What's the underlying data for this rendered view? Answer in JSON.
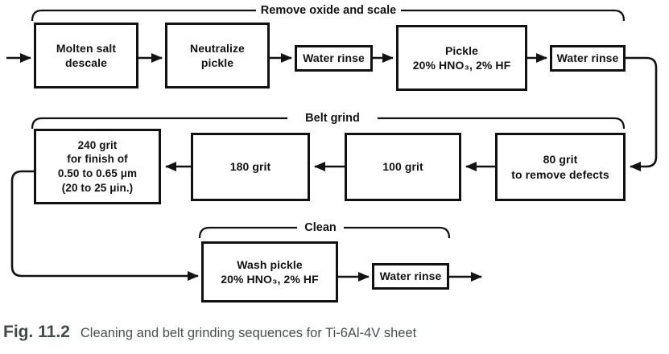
{
  "figure": {
    "label": "Fig. 11.2",
    "caption": "Cleaning and belt grinding sequences for Ti-6Al-4V sheet"
  },
  "sections": {
    "remove_oxide": {
      "label": "Remove oxide and scale"
    },
    "belt_grind": {
      "label": "Belt grind"
    },
    "clean": {
      "label": "Clean"
    }
  },
  "boxes": {
    "molten_salt": {
      "line1": "Molten salt",
      "line2": "descale"
    },
    "neutralize": {
      "line1": "Neutralize",
      "line2": "pickle"
    },
    "water_rinse_1": {
      "line1": "Water rinse"
    },
    "pickle": {
      "line1": "Pickle",
      "line2": "20% HNO₃, 2% HF"
    },
    "water_rinse_2": {
      "line1": "Water rinse"
    },
    "grit_80": {
      "line1": "80 grit",
      "line2": "to remove defects"
    },
    "grit_100": {
      "line1": "100 grit"
    },
    "grit_180": {
      "line1": "180 grit"
    },
    "grit_240": {
      "line1": "240 grit",
      "line2": "for finish of",
      "line3": "0.50 to 0.65 μm",
      "line4": "(20 to 25 μin.)"
    },
    "wash_pickle": {
      "line1": "Wash pickle",
      "line2": "20% HNO₃, 2% HF"
    },
    "water_rinse_3": {
      "line1": "Water rinse"
    }
  },
  "colors": {
    "line": "#121212",
    "caption_label": "#3e4b46",
    "caption_text": "#44514c",
    "background": "#ffffff"
  }
}
